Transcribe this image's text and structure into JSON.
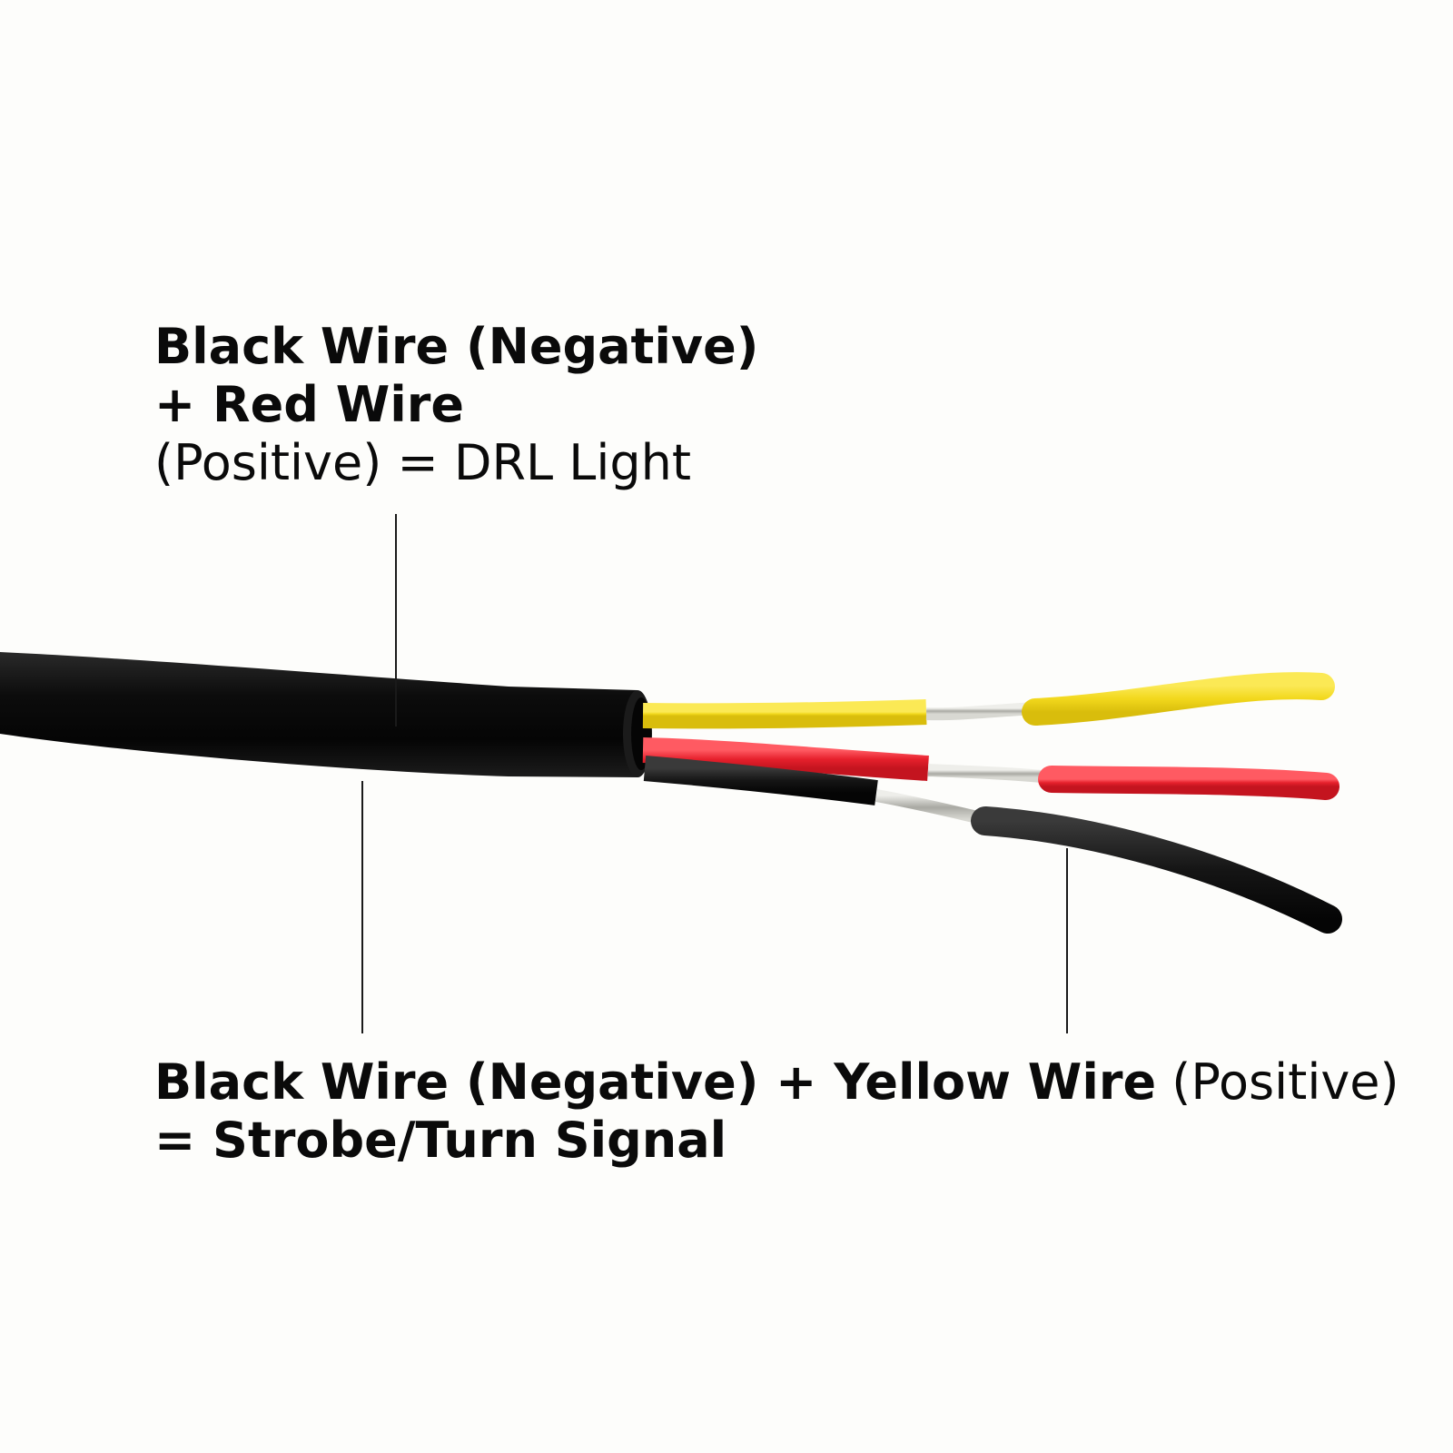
{
  "labels": {
    "top": {
      "line1": "Black Wire (Negative)",
      "line2": "+ Red Wire",
      "line3": "(Positive) = DRL Light"
    },
    "bottom": {
      "line1_bold": "Black Wire (Negative) + Yellow Wire",
      "line1_normal": "(Positive)",
      "line2": "= Strobe/Turn Signal"
    }
  },
  "colors": {
    "background": "#fdfdfb",
    "jacket": "#111111",
    "yellow_wire": "#f2d81c",
    "red_wire": "#e6202c",
    "black_wire": "#151515",
    "copper_strands": "#c9c9c4",
    "leader_line": "#1a1a1a",
    "text": "#0a0a0a"
  }
}
